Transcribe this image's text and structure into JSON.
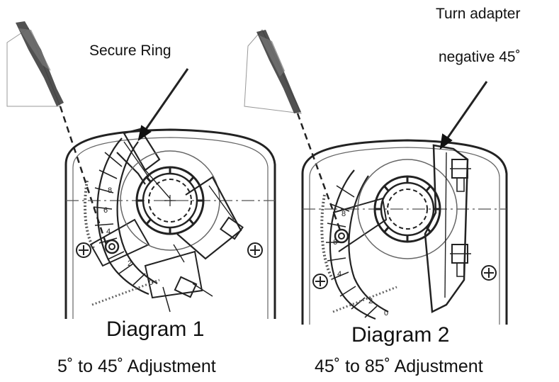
{
  "callouts": {
    "secure_ring": "Secure Ring",
    "turn_adapter_line1": "Turn adapter",
    "turn_adapter_line2": "negative 45˚"
  },
  "diagram1": {
    "title": "Diagram 1",
    "subtitle": "5˚ to 45˚ Adjustment",
    "scale_marks": [
      "8",
      "6",
      "4",
      "2",
      "0"
    ]
  },
  "diagram2": {
    "title": "Diagram 2",
    "subtitle": "45˚ to 85˚ Adjustment",
    "scale_marks": [
      "8",
      "6",
      "4",
      "2",
      "0"
    ]
  },
  "colors": {
    "ink": "#111111",
    "line": "#222222",
    "grey": "#777777",
    "background": "#ffffff"
  }
}
